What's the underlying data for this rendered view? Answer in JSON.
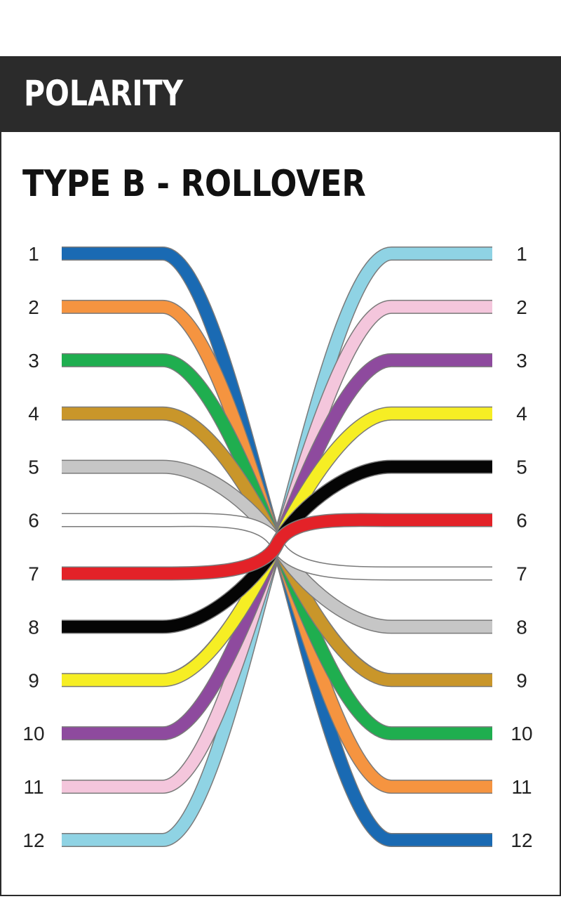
{
  "header": {
    "title": "POLARITY"
  },
  "diagram": {
    "subtitle": "TYPE B - ROLLOVER",
    "left_pins": [
      "1",
      "2",
      "3",
      "4",
      "5",
      "6",
      "7",
      "8",
      "9",
      "10",
      "11",
      "12"
    ],
    "right_pins": [
      "1",
      "2",
      "3",
      "4",
      "5",
      "6",
      "7",
      "8",
      "9",
      "10",
      "11",
      "12"
    ],
    "fiber_colors": [
      {
        "name": "blue",
        "hex": "#1a6ab3"
      },
      {
        "name": "orange",
        "hex": "#f59440"
      },
      {
        "name": "green",
        "hex": "#1fae4f"
      },
      {
        "name": "brown",
        "hex": "#c9962a"
      },
      {
        "name": "slate",
        "hex": "#c6c6c6"
      },
      {
        "name": "white",
        "hex": "#ffffff"
      },
      {
        "name": "red",
        "hex": "#e32228"
      },
      {
        "name": "black",
        "hex": "#050505"
      },
      {
        "name": "yellow",
        "hex": "#f6ee24"
      },
      {
        "name": "violet",
        "hex": "#8e4a9e"
      },
      {
        "name": "rose",
        "hex": "#f4c6dc"
      },
      {
        "name": "aqua",
        "hex": "#8fd3e4"
      }
    ],
    "mapping": "left pin n connects to right pin 13-n"
  }
}
